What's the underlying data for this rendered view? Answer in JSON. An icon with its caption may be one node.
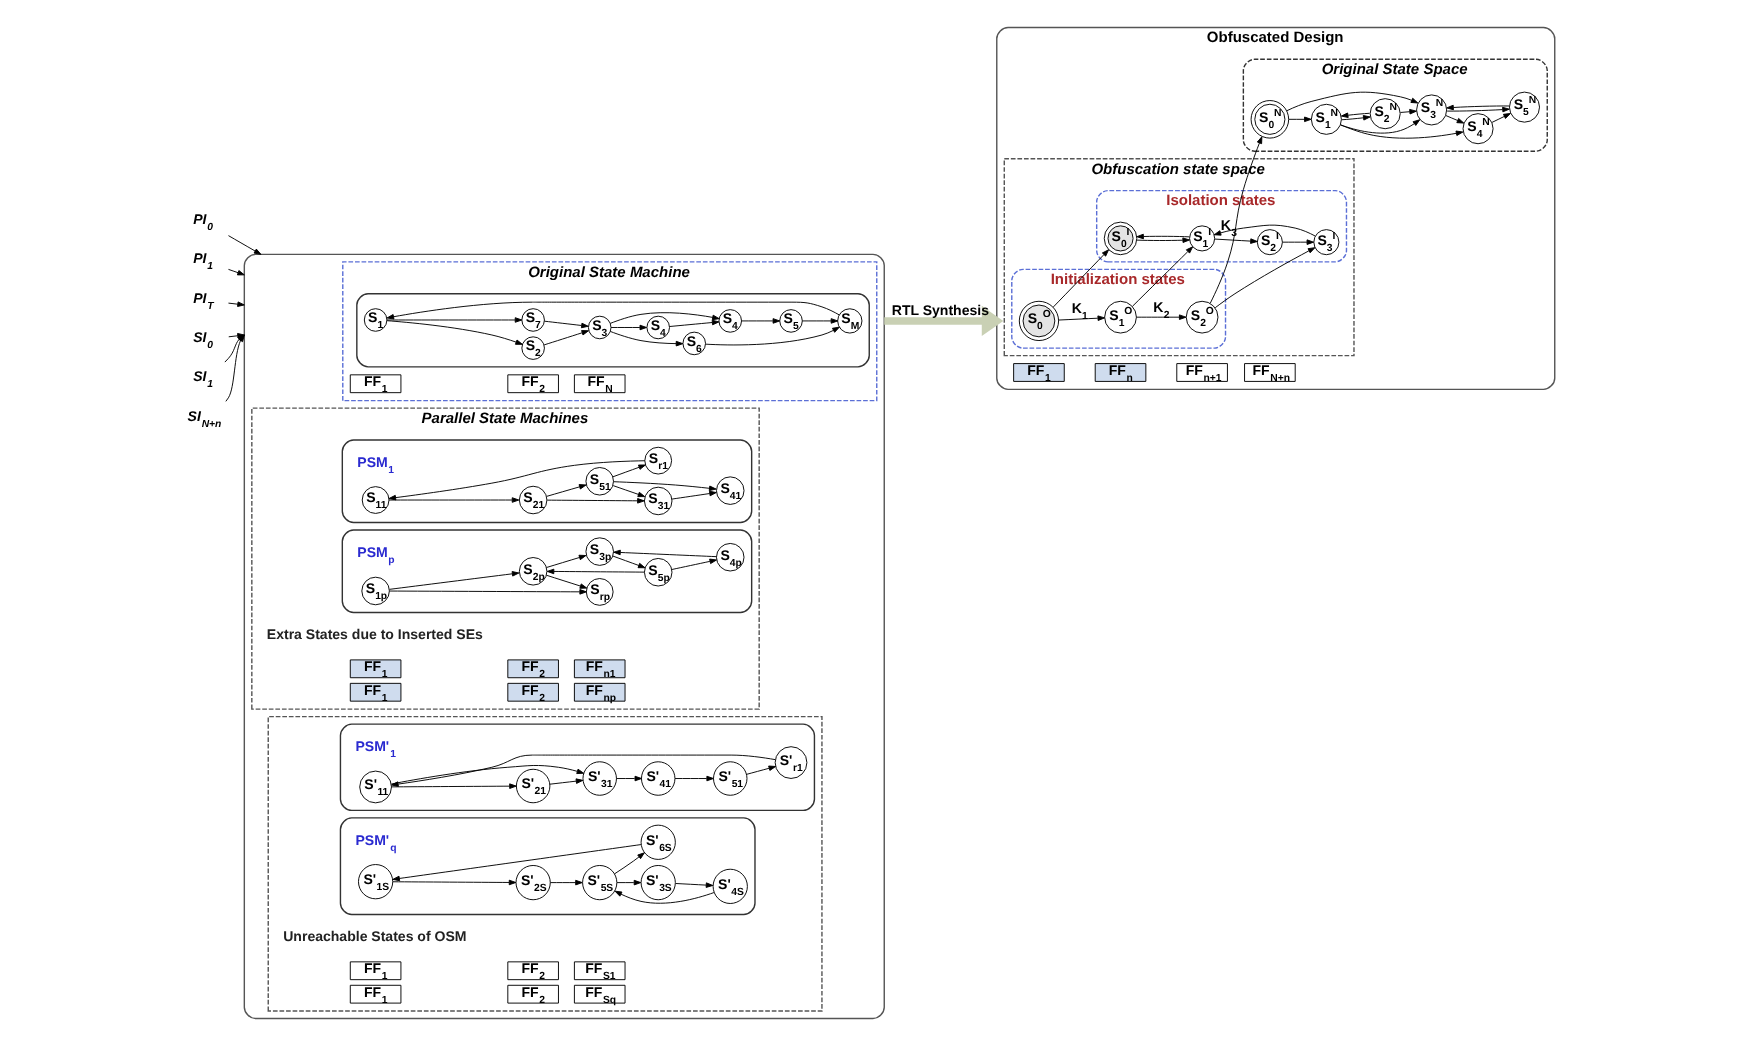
{
  "diagram": {
    "nodes": [
      {
        "text": [],
        "shape": "box"
      },
      {
        "text": [
          "Original State Machine"
        ],
        "in": 0
      },
      {
        "text": [
          "FF$_{1}$"
        ],
        "in": 1
      },
      {
        "text": [
          "FF$_{2}$"
        ],
        "in": 1
      },
      {
        "text": [
          "FF$_{N}$"
        ],
        "in": 1
      },
      {
        "text": [],
        "shape": "ellipse",
        "in": 1
      },
      {
        "text": [
          "S$_{1}$"
        ],
        "in": 5
      },
      {
        "text": [
          "S$_{2}$"
        ],
        "in": 5
      },
      {
        "text": [
          "S$_{7}$"
        ],
        "in": 5
      },
      {
        "text": [
          "S$_{3}$"
        ],
        "in": 5
      },
      {
        "text": [
          "S$_{6}$"
        ],
        "in": 5
      },
      {
        "text": [
          "S$_{4}$"
        ],
        "in": 5
      },
      {
        "text": [
          "S$_{4}$"
        ],
        "in": 5
      },
      {
        "text": [
          "S$_{5}$"
        ],
        "in": 5
      },
      {
        "text": [
          "S$_{M}$"
        ],
        "in": 5
      },
      {
        "text": [
          "Parallel State Machines"
        ],
        "beside": [
          "Extra States due to Inserted SEs"
        ],
        "in": 0
      },
      {
        "text": [
          "FF$_{1}$"
        ],
        "in": 15
      },
      {
        "text": [
          "FF$_{2}$"
        ],
        "in": 15
      },
      {
        "text": [
          "FF$_{n1}$"
        ],
        "in": 15
      },
      {
        "text": [],
        "shape": "ellipse",
        "beside": [
          "PSM$_{1}$"
        ],
        "in": 15
      },
      {
        "text": [
          "S$_{11}$"
        ],
        "in": 19
      },
      {
        "text": [
          "S$_{21}$"
        ],
        "in": 19
      },
      {
        "text": [
          "S$_{31}$"
        ],
        "in": 19
      },
      {
        "text": [
          "S$_{41}$"
        ],
        "in": 19
      },
      {
        "text": [
          "S$_{r1}$"
        ],
        "in": 19
      },
      {
        "text": [
          "S$_{51}$"
        ],
        "in": 19
      },
      {
        "text": [
          "FF$_{1}$"
        ],
        "in": 15
      },
      {
        "text": [
          "FF$_{2}$"
        ],
        "in": 15
      },
      {
        "text": [
          "FF$_{np}$"
        ],
        "in": 15
      },
      {
        "text": [],
        "shape": "ellipse",
        "beside": [
          "PSM$_{p}$"
        ],
        "in": 15
      },
      {
        "text": [
          "S$_{1p}$"
        ],
        "in": 29
      },
      {
        "text": [
          "S$_{2p}$"
        ],
        "in": 29
      },
      {
        "text": [
          "S$_{3p}$"
        ],
        "in": 29
      },
      {
        "text": [
          "S$_{4p}$"
        ],
        "in": 29
      },
      {
        "text": [
          "S$_{rp}$"
        ],
        "in": 29
      },
      {
        "text": [
          "S$_{5p}$"
        ],
        "in": 29
      },
      {
        "text": [],
        "shape": "box",
        "beside": [
          "Unreachable States of OSM"
        ],
        "in": 0
      },
      {
        "text": [
          "FF$_{1}$"
        ],
        "in": 36
      },
      {
        "text": [
          "FF$_{2}$"
        ],
        "in": 36
      },
      {
        "text": [
          "FF$_{S1}$"
        ],
        "in": 36
      },
      {
        "text": [],
        "shape": "ellipse",
        "beside": [
          "PSM'$_{1}$"
        ],
        "in": 36
      },
      {
        "text": [
          "S'$_{11}$"
        ],
        "in": 40
      },
      {
        "text": [
          "S'$_{21}$"
        ],
        "in": 40
      },
      {
        "text": [
          "S'$_{31}$"
        ],
        "in": 40
      },
      {
        "text": [
          "S'$_{41}$"
        ],
        "in": 40
      },
      {
        "text": [
          "S'$_{r1}$"
        ],
        "in": 40
      },
      {
        "text": [
          "S'$_{51}$"
        ],
        "in": 40
      },
      {
        "text": [
          "FF$_{1}$"
        ],
        "in": 36
      },
      {
        "text": [
          "FF$_{2}$"
        ],
        "in": 36
      },
      {
        "text": [
          "FF$_{Sq}$"
        ],
        "in": 36
      },
      {
        "text": [],
        "shape": "ellipse",
        "beside": [
          "PSM'$_{q}$"
        ],
        "in": 36
      },
      {
        "text": [
          "S'$_{1S}$"
        ],
        "in": 50
      },
      {
        "text": [
          "S'$_{2S}$"
        ],
        "in": 50
      },
      {
        "text": [
          "S'$_{3S}$"
        ],
        "in": 50
      },
      {
        "text": [
          "S'$_{4S}$"
        ],
        "in": 50
      },
      {
        "text": [
          "S'$_{5S}$"
        ],
        "in": 50
      },
      {
        "text": [
          "S'$_{6S}$"
        ],
        "in": 50
      },
      {
        "text": [
          "PI$_{0}$"
        ]
      },
      {
        "text": [
          "PI$_{1}$"
        ]
      },
      {
        "text": [
          "PI$_{T}$"
        ]
      },
      {
        "text": [
          "SI$_{0}$"
        ]
      },
      {
        "text": [
          "SI$_{1}$"
        ]
      },
      {
        "text": [
          "SI$_{N+n}$"
        ]
      },
      {
        "text": [
          "Obfuscated Design"
        ]
      },
      {
        "text": [
          "FF$_{1}$"
        ],
        "in": 63
      },
      {
        "text": [
          "FF$_{n}$"
        ],
        "in": 63
      },
      {
        "text": [
          "FF$_{n+1}$"
        ],
        "in": 63
      },
      {
        "text": [
          "FF$_{N+n}$"
        ],
        "in": 63
      },
      {
        "text": [
          "Obfuscation state space"
        ],
        "in": 63
      },
      {
        "text": [
          "Isolation states"
        ],
        "in": 68
      },
      {
        "text": [
          "S$_{0}$$^{I}$"
        ],
        "in": 69
      },
      {
        "text": [
          "S$_{1}$$^{I}$"
        ],
        "in": 69
      },
      {
        "text": [
          "S$_{2}$$^{I}$"
        ],
        "in": 69
      },
      {
        "text": [
          "S$_{3}$$^{I}$"
        ],
        "in": 69
      },
      {
        "text": [
          "Initialization states"
        ],
        "in": 68
      },
      {
        "text": [
          "S$_{0}$$^{O}$"
        ],
        "in": 74
      },
      {
        "text": [
          "S$_{1}$$^{O}$"
        ],
        "in": 74
      },
      {
        "text": [
          "S$_{2}$$^{O}$"
        ],
        "in": 74
      },
      {
        "text": [
          "Original State Space"
        ],
        "in": 63
      },
      {
        "text": [
          "S$_{0}$$^{N}$"
        ],
        "in": 78
      },
      {
        "text": [
          "S$_{1}$$^{N}$"
        ],
        "in": 78
      },
      {
        "text": [
          "S$_{2}$$^{N}$"
        ],
        "in": 78
      },
      {
        "text": [
          "S$_{3}$$^{N}$"
        ],
        "in": 78
      },
      {
        "text": [
          "S$_{4}$$^{N}$"
        ],
        "in": 78
      },
      {
        "text": [
          "S$_{5}$$^{N}$"
        ],
        "in": 78
      }
    ],
    "edges": [
      {
        "from": 6,
        "to": 7,
        "arrow": "to"
      },
      {
        "from": 6,
        "to": 8,
        "arrow": "to"
      },
      {
        "from": 7,
        "to": 9,
        "arrow": "to"
      },
      {
        "from": 8,
        "to": 9,
        "arrow": "to"
      },
      {
        "from": 9,
        "to": 11,
        "arrow": "to"
      },
      {
        "from": 9,
        "to": 10,
        "arrow": "to"
      },
      {
        "from": 9,
        "to": 12,
        "arrow": "to"
      },
      {
        "from": 11,
        "to": 12,
        "arrow": "to"
      },
      {
        "from": 12,
        "to": 13,
        "arrow": "to"
      },
      {
        "from": 13,
        "to": 14,
        "arrow": "to"
      },
      {
        "from": 10,
        "to": 14,
        "arrow": "to"
      },
      {
        "from": 14,
        "to": 6,
        "arrow": "to"
      },
      {
        "from": 20,
        "to": 21,
        "arrow": "to"
      },
      {
        "from": 21,
        "to": 22,
        "arrow": "to"
      },
      {
        "from": 22,
        "to": 23,
        "arrow": "to"
      },
      {
        "from": 21,
        "to": 25,
        "arrow": "to"
      },
      {
        "from": 25,
        "to": 22,
        "arrow": "to"
      },
      {
        "from": 25,
        "to": 24,
        "arrow": "to"
      },
      {
        "from": 24,
        "to": 20,
        "arrow": "to"
      },
      {
        "from": 25,
        "to": 23,
        "arrow": "to"
      },
      {
        "from": 30,
        "to": 31,
        "arrow": "to"
      },
      {
        "from": 31,
        "to": 32,
        "arrow": "to"
      },
      {
        "from": 31,
        "to": 34,
        "arrow": "to"
      },
      {
        "from": 32,
        "to": 35,
        "arrow": "to"
      },
      {
        "from": 35,
        "to": 31,
        "arrow": "to"
      },
      {
        "from": 35,
        "to": 33,
        "arrow": "to"
      },
      {
        "from": 33,
        "to": 32,
        "arrow": "to"
      },
      {
        "from": 30,
        "to": 34,
        "arrow": "to"
      },
      {
        "from": 41,
        "to": 42,
        "arrow": "to"
      },
      {
        "from": 42,
        "to": 43,
        "arrow": "to"
      },
      {
        "from": 41,
        "to": 43,
        "arrow": "to"
      },
      {
        "from": 43,
        "to": 44,
        "arrow": "to"
      },
      {
        "from": 44,
        "to": 46,
        "arrow": "to"
      },
      {
        "from": 46,
        "to": 45,
        "arrow": "to"
      },
      {
        "from": 45,
        "to": 41,
        "arrow": "to"
      },
      {
        "from": 51,
        "to": 52,
        "arrow": "to"
      },
      {
        "from": 52,
        "to": 55,
        "arrow": "to"
      },
      {
        "from": 55,
        "to": 53,
        "arrow": "to"
      },
      {
        "from": 53,
        "to": 54,
        "arrow": "to"
      },
      {
        "from": 54,
        "to": 55,
        "arrow": "to"
      },
      {
        "from": 55,
        "to": 56,
        "arrow": "to"
      },
      {
        "from": 56,
        "to": 51,
        "arrow": "to"
      },
      {
        "from": 57,
        "to": 0,
        "arrow": "to"
      },
      {
        "from": 58,
        "to": 0,
        "arrow": "to"
      },
      {
        "from": 59,
        "to": 0,
        "arrow": "to"
      },
      {
        "from": 60,
        "to": 0,
        "arrow": "to"
      },
      {
        "from": 61,
        "to": 0,
        "arrow": "to"
      },
      {
        "from": 62,
        "to": 0,
        "arrow": "to"
      },
      {
        "from": 0,
        "to": 63,
        "arrow": "to",
        "label": "RTL Synthesis",
        "style": "thick",
        "color": "#c9d0b4"
      },
      {
        "from": 70,
        "to": 71,
        "arrow": "to"
      },
      {
        "from": 71,
        "to": 72,
        "arrow": "to"
      },
      {
        "from": 72,
        "to": 73,
        "arrow": "to"
      },
      {
        "from": 73,
        "to": 71,
        "arrow": "to"
      },
      {
        "from": 71,
        "to": 70,
        "arrow": "to"
      },
      {
        "from": 75,
        "to": 70,
        "arrow": "to"
      },
      {
        "from": 76,
        "to": 71,
        "arrow": "to"
      },
      {
        "from": 77,
        "to": 73,
        "arrow": "to"
      },
      {
        "from": 75,
        "to": 76,
        "arrow": "to",
        "label": "K$_{1}$"
      },
      {
        "from": 76,
        "to": 77,
        "arrow": "to",
        "label": "K$_{2}$"
      },
      {
        "from": 77,
        "to": 79,
        "arrow": "to",
        "label": "K$_{3}$"
      },
      {
        "from": 79,
        "to": 80,
        "arrow": "to"
      },
      {
        "from": 79,
        "to": 82,
        "arrow": "to"
      },
      {
        "from": 80,
        "to": 81,
        "arrow": "to"
      },
      {
        "from": 81,
        "to": 80,
        "arrow": "to"
      },
      {
        "from": 80,
        "to": 82,
        "arrow": "to"
      },
      {
        "from": 81,
        "to": 82,
        "arrow": "to"
      },
      {
        "from": 82,
        "to": 83,
        "arrow": "to"
      },
      {
        "from": 80,
        "to": 83,
        "arrow": "to"
      },
      {
        "from": 83,
        "to": 84,
        "arrow": "to"
      },
      {
        "from": 82,
        "to": 84,
        "arrow": "to"
      },
      {
        "from": 84,
        "to": 82,
        "arrow": "to"
      }
    ]
  }
}
